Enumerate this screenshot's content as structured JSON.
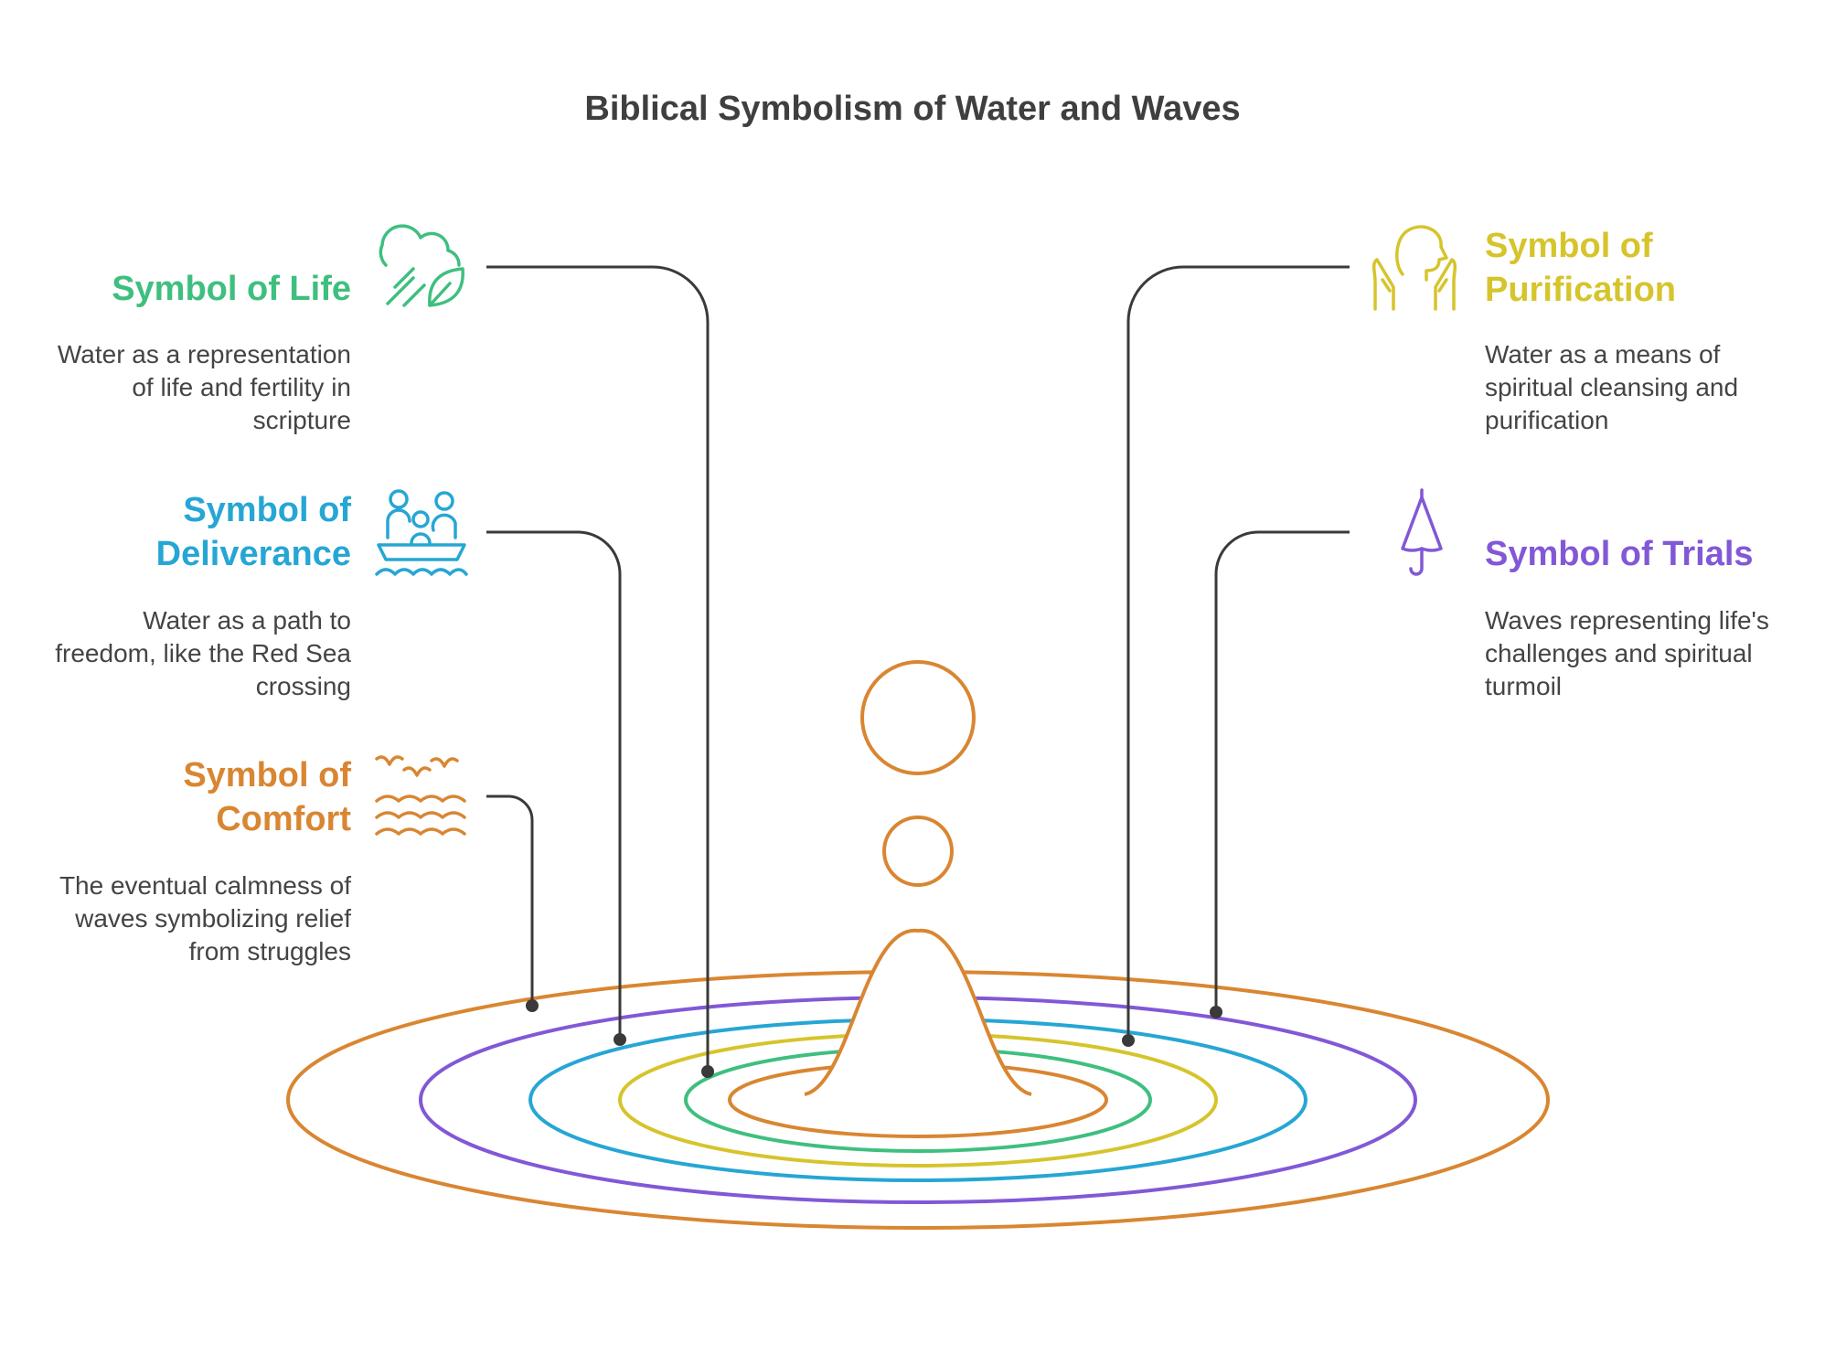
{
  "title": "Biblical Symbolism of Water and Waves",
  "colors": {
    "title": "#3f3f3f",
    "connector": "#3a3a3a",
    "description": "#444444",
    "ripples": [
      "#d98632",
      "#8258d6",
      "#26a6d4",
      "#d6c42c",
      "#3fbf7f",
      "#d98632"
    ]
  },
  "items": [
    {
      "id": "life",
      "heading": "Symbol of Life",
      "description": "Water as a representation of life and fertility in scripture",
      "color": "#3fbf7f",
      "icon": "rain-leaf-icon"
    },
    {
      "id": "deliverance",
      "heading": "Symbol of Deliverance",
      "description": "Water as a path to freedom, like the Red Sea crossing",
      "color": "#26a6d4",
      "icon": "family-boat-icon"
    },
    {
      "id": "comfort",
      "heading": "Symbol of Comfort",
      "description": "The eventual calmness of waves symbolizing relief from struggles",
      "color": "#d98632",
      "icon": "birds-waves-icon"
    },
    {
      "id": "purification",
      "heading": "Symbol of Purification",
      "description": "Water as a means of spiritual cleansing and purification",
      "color": "#d6c42c",
      "icon": "praying-person-icon"
    },
    {
      "id": "trials",
      "heading": "Symbol of Trials",
      "description": "Waves representing life's challenges and spiritual turmoil",
      "color": "#8258d6",
      "icon": "umbrella-icon"
    }
  ]
}
